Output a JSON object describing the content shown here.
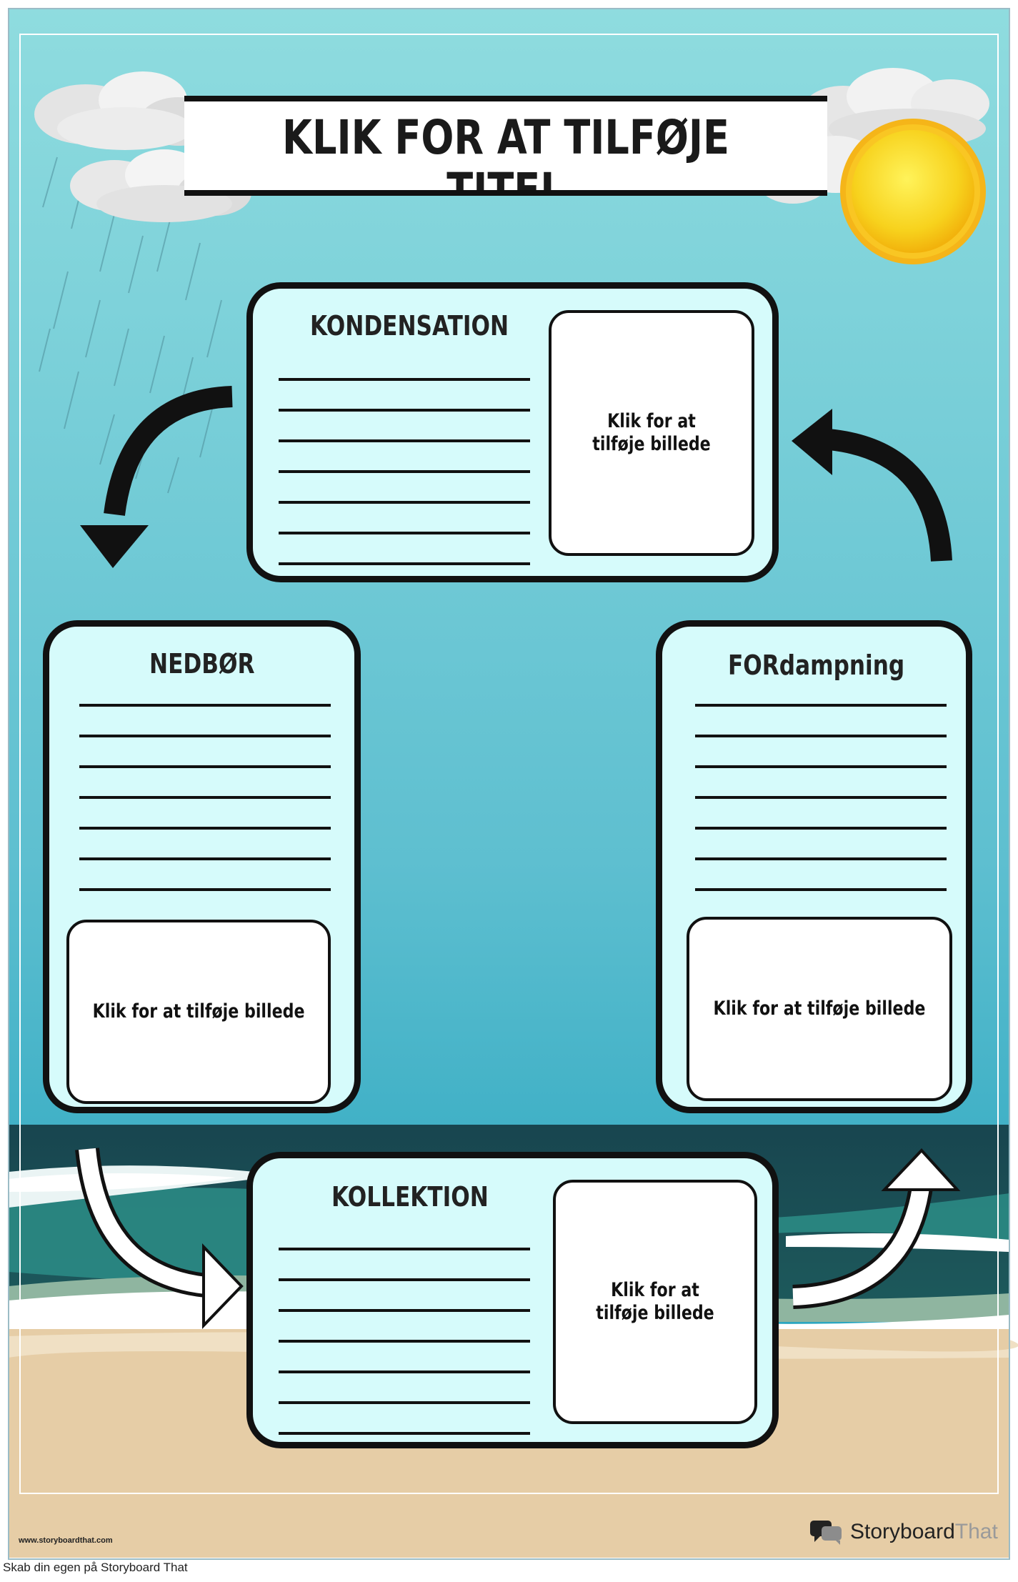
{
  "poster": {
    "title": "KLIK FOR AT TILFØJE TITEL",
    "colors": {
      "sky_top": "#8fdcdf",
      "sky_bottom": "#149cb8",
      "card_fill": "#d6fbfb",
      "sand": "#e6cda6",
      "sun": "#f7d91e"
    }
  },
  "cards": {
    "condensation": {
      "title": "KONDENSATION",
      "image_label": "Klik for at tilføje billede"
    },
    "precipitation": {
      "title": "NEDBØR",
      "image_label": "Klik for at tilføje billede"
    },
    "evaporation": {
      "title": "FORdampning",
      "image_label": "Klik for at tilføje billede"
    },
    "collection": {
      "title": "KOLLEKTION",
      "image_label": "Klik for at tilføje billede"
    }
  },
  "footer": {
    "url": "www.storyboardthat.com",
    "brand_name": "Storyboard",
    "brand_accent": "That",
    "caption": "Skab din egen på Storyboard That"
  },
  "icons": [
    "cloud-icon",
    "rain-icon",
    "sun-icon",
    "arrow-icon",
    "logo-icon"
  ]
}
